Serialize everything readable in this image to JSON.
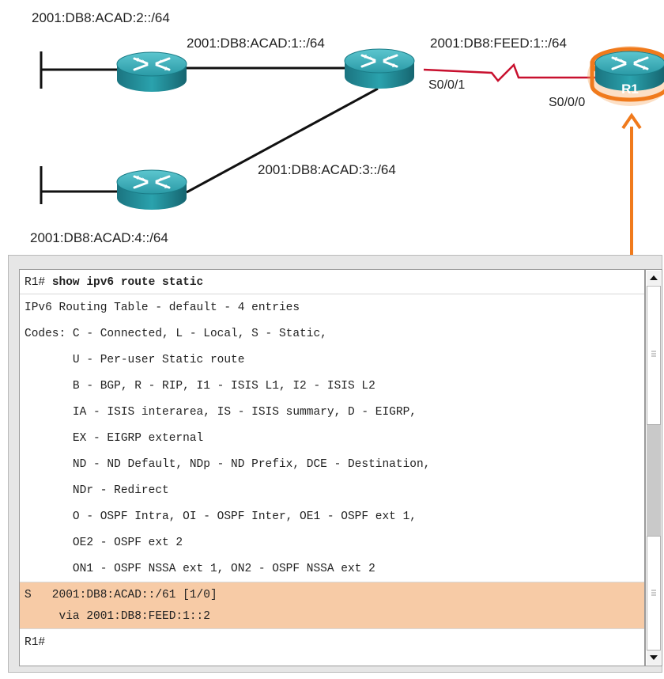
{
  "topology": {
    "networks": {
      "acad2": "2001:DB8:ACAD:2::/64",
      "acad1": "2001:DB8:ACAD:1::/64",
      "feed1": "2001:DB8:FEED:1::/64",
      "acad3": "2001:DB8:ACAD:3::/64",
      "acad4": "2001:DB8:ACAD:4::/64"
    },
    "interfaces": {
      "s001": "S0/0/1",
      "s000": "S0/0/0"
    },
    "r1_label": "R1",
    "colors": {
      "router": "#1f8f99",
      "serial_link": "#c8102e",
      "highlight": "#f07a1c",
      "output_highlight": "#f7cba6"
    }
  },
  "terminal": {
    "command_prompt": "R1# ",
    "command": "show ipv6 route static",
    "lines": [
      "IPv6 Routing Table - default - 4 entries",
      "Codes: C - Connected, L - Local, S - Static,",
      "       U - Per-user Static route",
      "       B - BGP, R - RIP, I1 - ISIS L1, I2 - ISIS L2",
      "       IA - ISIS interarea, IS - ISIS summary, D - EIGRP,",
      "       EX - EIGRP external",
      "       ND - ND Default, NDp - ND Prefix, DCE - Destination,",
      "       NDr - Redirect",
      "       O - OSPF Intra, OI - OSPF Inter, OE1 - OSPF ext 1,",
      "       OE2 - OSPF ext 2",
      "       ON1 - OSPF NSSA ext 1, ON2 - OSPF NSSA ext 2"
    ],
    "route_line_1": "S   2001:DB8:ACAD::/61 [1/0]",
    "route_line_2": "     via 2001:DB8:FEED:1::2",
    "final_prompt": "R1#"
  }
}
